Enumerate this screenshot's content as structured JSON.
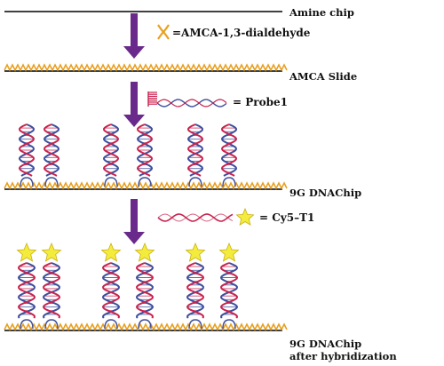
{
  "stages": [
    {
      "id": "amine",
      "label": "Amine chip"
    },
    {
      "id": "amca",
      "label": "AMCA Slide"
    },
    {
      "id": "dnachip",
      "label": "9G DNAChip"
    },
    {
      "id": "hybridized",
      "label": "9G DNAChip",
      "label_line2": "after hybridization"
    }
  ],
  "legend": {
    "linker": "=AMCA-1,3-dialdehyde",
    "probe": "= Probe1",
    "target": "= Cy5–T1"
  },
  "colors": {
    "arrow": "#6a2a8c",
    "slide_line": "#000000",
    "linker": "#e8a020",
    "helix_red": "#c8234e",
    "helix_blue": "#3d4f9c",
    "star": "#f4ec3c",
    "star_outline": "#c9b010"
  },
  "icons": {
    "linker_icon": "linker-molecule-icon",
    "probe_icon": "probe-dna-icon",
    "target_icon": "cy5-labeled-target-icon",
    "star_icon": "cy5-star-icon"
  },
  "probe_groups": 3,
  "helices_per_group": 2
}
